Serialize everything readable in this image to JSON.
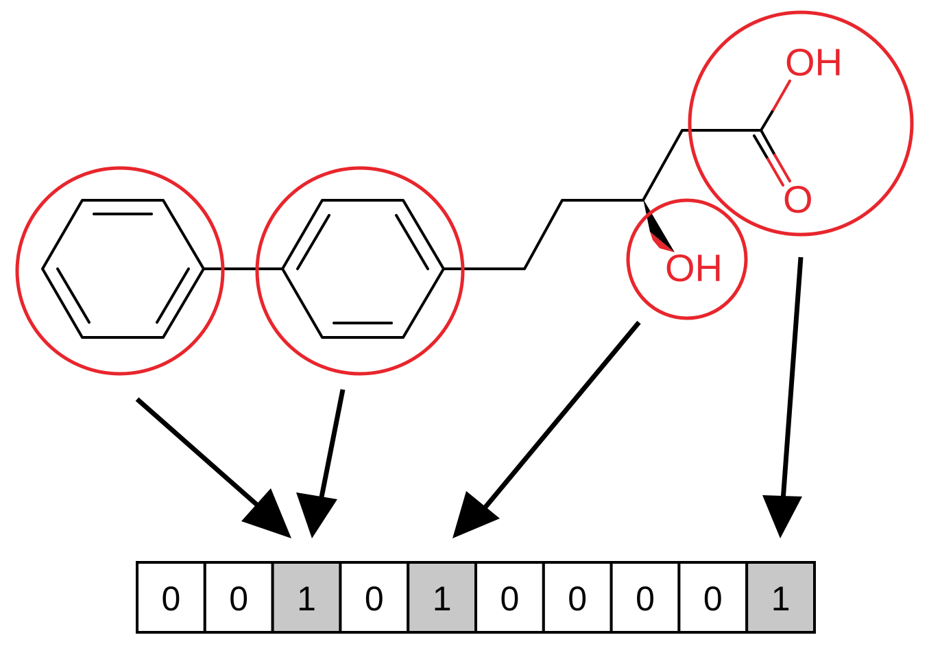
{
  "colors": {
    "highlight": "#e8262d",
    "bond": "#000000",
    "set_bit_fill": "#c8c8c8",
    "unset_bit_fill": "#ffffff"
  },
  "molecule": {
    "labels": {
      "acid_oh": "OH",
      "acid_o": "O",
      "hydroxyl_oh": "OH"
    }
  },
  "fingerprint": {
    "bits": [
      "0",
      "0",
      "1",
      "0",
      "1",
      "0",
      "0",
      "0",
      "0",
      "1"
    ]
  },
  "arrows": [
    {
      "from": "phenyl-ring-1",
      "to_bit": 2
    },
    {
      "from": "phenyl-ring-2",
      "to_bit": 2
    },
    {
      "from": "hydroxyl-group",
      "to_bit": 4
    },
    {
      "from": "carboxylic-acid-group",
      "to_bit": 9
    }
  ]
}
